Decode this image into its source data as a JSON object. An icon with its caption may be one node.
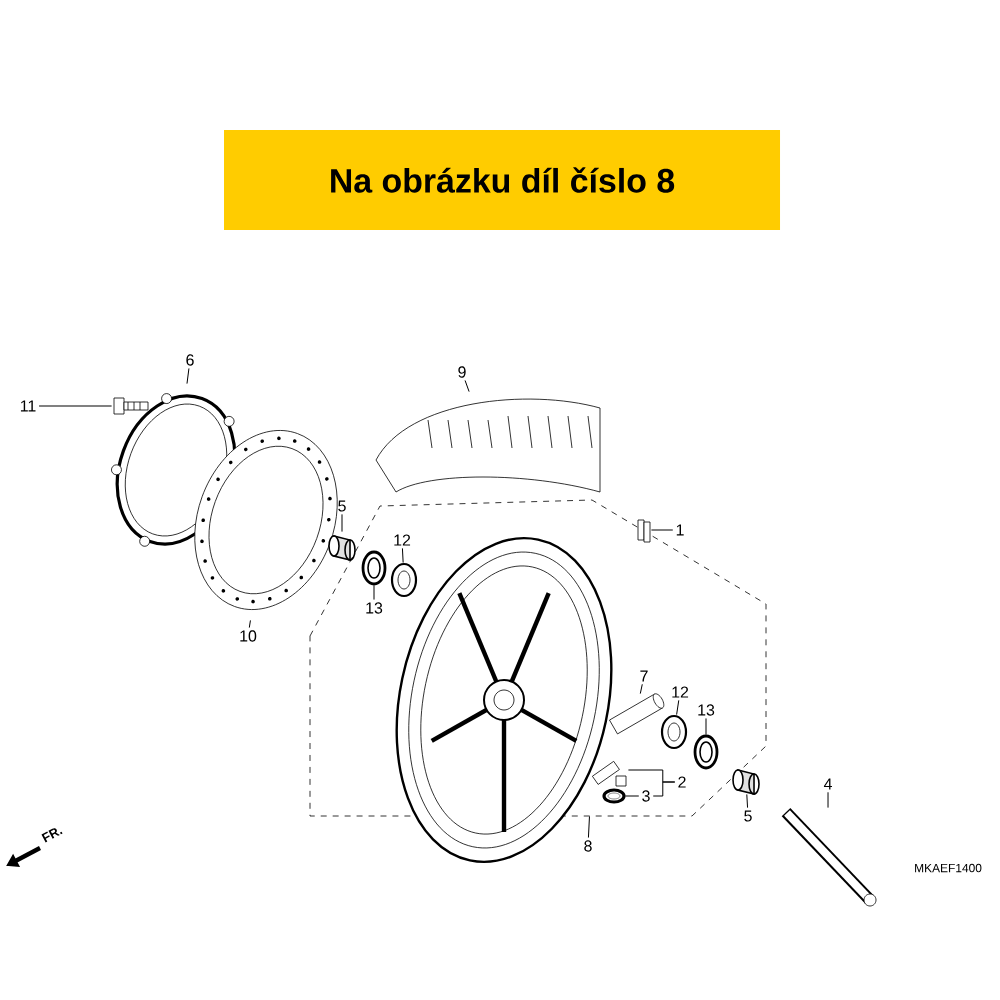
{
  "diagram": {
    "title": "Na obrázku díl číslo 8",
    "nodes": [
      {
        "text": [
          "11"
        ]
      },
      {
        "text": [],
        "shape": "picture"
      },
      {
        "text": [
          "6"
        ]
      },
      {
        "text": [],
        "shape": "picture"
      },
      {
        "text": [
          "10"
        ]
      },
      {
        "text": [],
        "shape": "picture"
      },
      {
        "text": [
          "9"
        ]
      },
      {
        "text": [],
        "shape": "picture"
      },
      {
        "text": [
          "5"
        ]
      },
      {
        "text": [],
        "shape": "cylinder"
      },
      {
        "text": [],
        "shape": "picture"
      },
      {
        "text": [
          "8"
        ]
      },
      {
        "text": [
          "12"
        ],
        "in": 10
      },
      {
        "text": [],
        "shape": "picture",
        "in": 10
      },
      {
        "text": [
          "13"
        ],
        "in": 10
      },
      {
        "text": [],
        "shape": "picture",
        "in": 10
      },
      {
        "text": [
          "1"
        ]
      },
      {
        "text": [],
        "shape": "picture"
      },
      {
        "text": [
          "7"
        ],
        "in": 10
      },
      {
        "text": [],
        "shape": "picture",
        "in": 10
      },
      {
        "text": [
          "12"
        ],
        "in": 10
      },
      {
        "text": [],
        "shape": "picture",
        "in": 10
      },
      {
        "text": [
          "13"
        ],
        "in": 10
      },
      {
        "text": [],
        "shape": "picture",
        "in": 10
      },
      {
        "text": [
          "2"
        ],
        "in": 10
      },
      {
        "text": [],
        "shape": "picture",
        "in": 10
      },
      {
        "text": [
          "3"
        ],
        "in": 10
      },
      {
        "text": [],
        "shape": "picture",
        "in": 10
      },
      {
        "text": [
          "5"
        ]
      },
      {
        "text": [],
        "shape": "cylinder"
      },
      {
        "text": [
          "4"
        ]
      },
      {
        "text": [],
        "shape": "picture"
      }
    ],
    "edges": [
      {
        "from": 0,
        "to": 1,
        "arrow": "none"
      },
      {
        "from": 2,
        "to": 3,
        "arrow": "none"
      },
      {
        "from": 4,
        "to": 5,
        "arrow": "none"
      },
      {
        "from": 6,
        "to": 7,
        "arrow": "none"
      },
      {
        "from": 8,
        "to": 9,
        "arrow": "none"
      },
      {
        "from": 11,
        "to": 10,
        "arrow": "none"
      },
      {
        "from": 12,
        "to": 13,
        "arrow": "none"
      },
      {
        "from": 14,
        "to": 15,
        "arrow": "none"
      },
      {
        "from": 16,
        "to": 17,
        "arrow": "none"
      },
      {
        "from": 18,
        "to": 19,
        "arrow": "none"
      },
      {
        "from": 20,
        "to": 21,
        "arrow": "none"
      },
      {
        "from": 22,
        "to": 23,
        "arrow": "none"
      },
      {
        "from": 24,
        "to": 25,
        "arrow": "none"
      },
      {
        "from": 24,
        "to": 26,
        "arrow": "none"
      },
      {
        "from": 26,
        "to": 27,
        "arrow": "none"
      },
      {
        "from": 28,
        "to": 29,
        "arrow": "none"
      },
      {
        "from": 30,
        "to": 31,
        "arrow": "none"
      }
    ],
    "labels": [
      "FR.",
      "MKAEF1400"
    ]
  }
}
